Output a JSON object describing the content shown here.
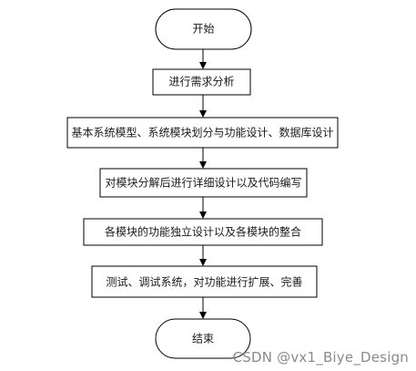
{
  "flowchart": {
    "start": "开始",
    "steps": [
      "进行需求分析",
      "基本系统模型、系统模块划分与功能设计、数据库设计",
      "对模块分解后进行详细设计以及代码编写",
      "各模块的功能独立设计以及各模块的整合",
      "测试、调试系统，对功能进行扩展、完善"
    ],
    "end": "结束"
  },
  "watermark": "CSDN @vx1_Biye_Design",
  "colors": {
    "stroke": "#000000",
    "box_fill": "#ffffff",
    "text": "#1a1a1a",
    "watermark": "#8a8a8a"
  }
}
